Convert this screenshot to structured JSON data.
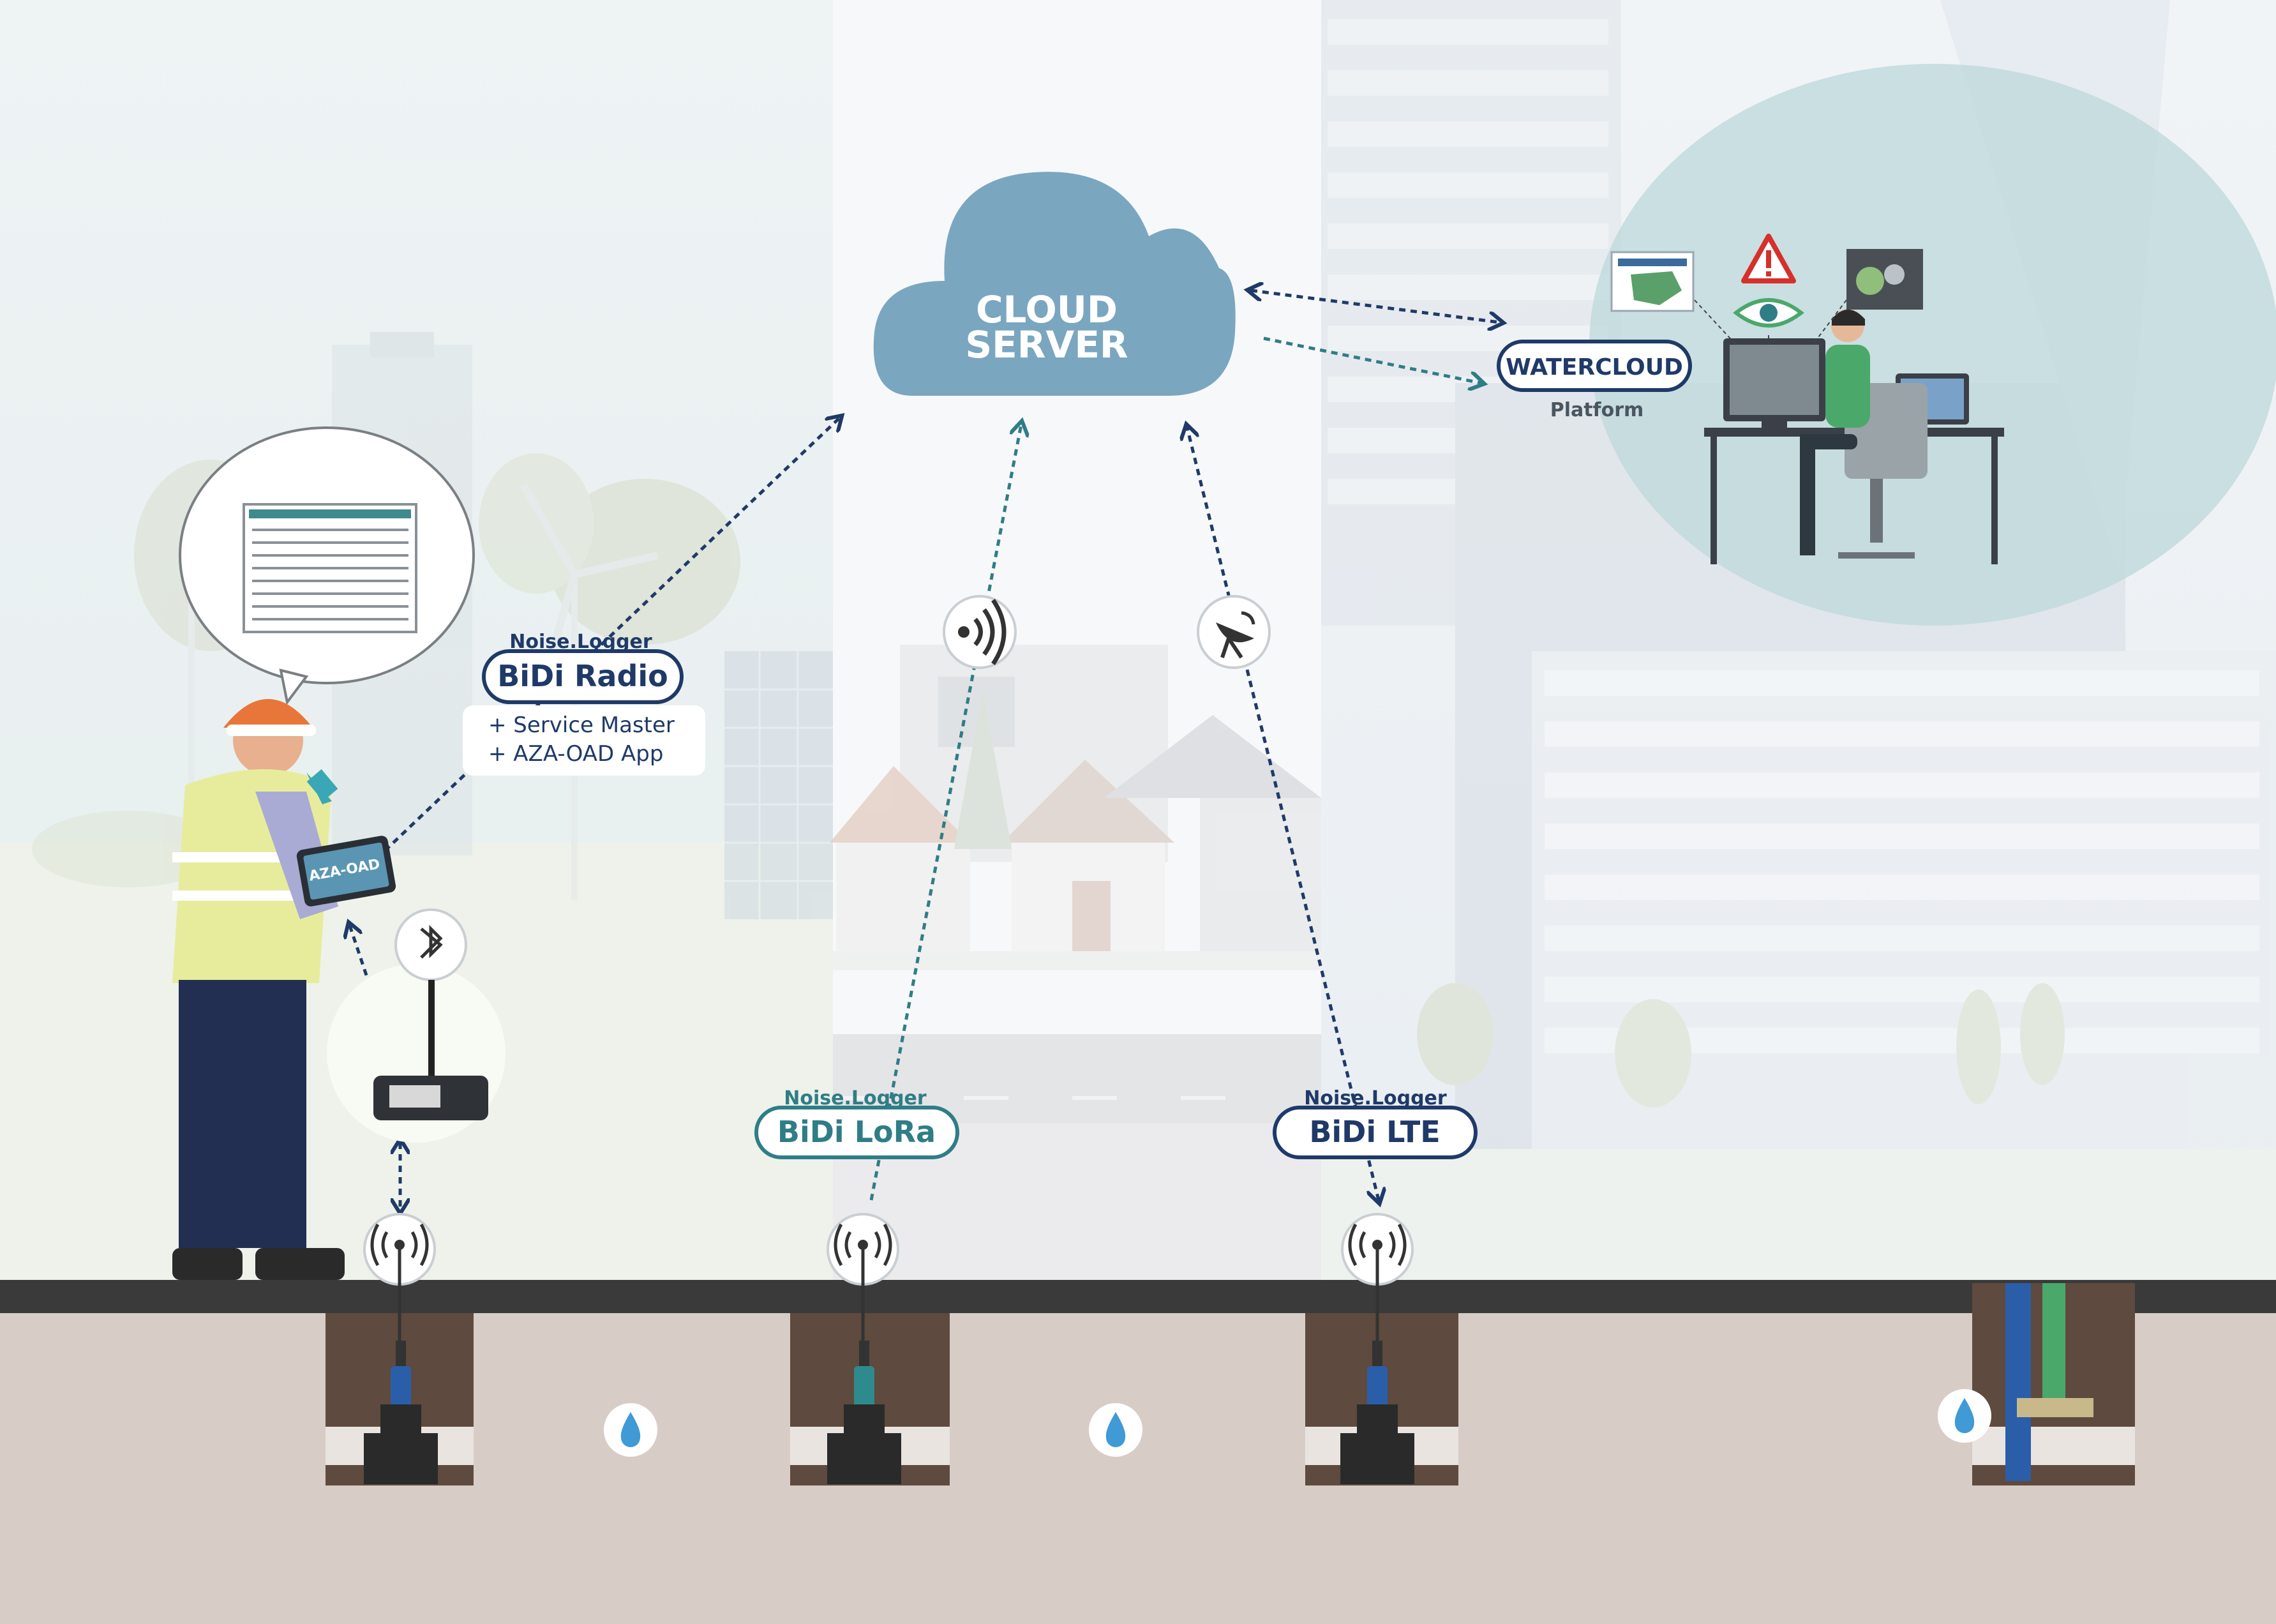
{
  "cloud": {
    "line1": "CLOUD",
    "line2": "SERVER"
  },
  "radio_logger": {
    "top": "Noise.Logger",
    "name": "BiDi Radio"
  },
  "apps": {
    "line1": "+ Service Master",
    "line2": "+ AZA-OAD App"
  },
  "tablet": {
    "label": "AZA-OAD"
  },
  "lora_logger": {
    "top": "Noise.Logger",
    "name": "BiDi LoRa"
  },
  "lte_logger": {
    "top": "Noise.Logger",
    "name": "BiDi LTE"
  },
  "watercloud": {
    "name": "WATERCLOUD",
    "sub": "Platform"
  },
  "colors": {
    "navy": "#1f3a68",
    "teal": "#2f7d86",
    "cloud": "#7aa6c0",
    "ground": "#3a3a3a",
    "soil": "#d8ccc6",
    "water": "#3f9ad6"
  },
  "icons": [
    "bluetooth-icon",
    "wifi-signal-icon",
    "satellite-dish-icon",
    "antenna-icon",
    "water-drop-icon",
    "warning-icon",
    "eye-icon"
  ]
}
